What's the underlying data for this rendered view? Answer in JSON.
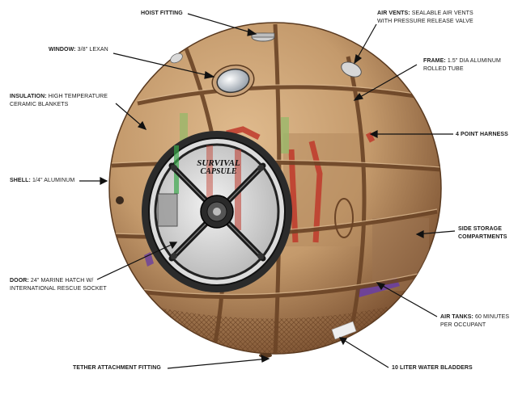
{
  "labels": {
    "hoist": {
      "title": "HOIST FITTING",
      "desc": ""
    },
    "air_vents": {
      "title": "AIR VENTS:",
      "desc": "SEALABLE AIR VENTS",
      "desc2": "WITH PRESSURE RELEASE VALVE"
    },
    "window": {
      "title": "WINDOW:",
      "desc": "3/8\" LEXAN"
    },
    "frame": {
      "title": "FRAME:",
      "desc": "1.5\" DIA ALUMINUM",
      "desc2": "ROLLED TUBE"
    },
    "insulation": {
      "title": "INSULATION:",
      "desc": "HIGH TEMPERATURE",
      "desc2": "CERAMIC BLANKETS"
    },
    "harness": {
      "title": "4 POINT HARNESS",
      "desc": ""
    },
    "shell": {
      "title": "SHELL:",
      "desc": "1/4\" ALUMINUM"
    },
    "side_storage": {
      "title": "SIDE STORAGE",
      "desc2": "COMPARTMENTS"
    },
    "door": {
      "title": "DOOR:",
      "desc": "24\" MARINE HATCH W/",
      "desc2": "INTERNATIONAL RESCUE SOCKET"
    },
    "air_tanks": {
      "title": "AIR TANKS:",
      "desc": "60 MINUTES",
      "desc2": "PER OCCUPANT"
    },
    "tether": {
      "title": "TETHER ATTACHMENT FITTING",
      "desc": ""
    },
    "bladders": {
      "title": "10 LITER WATER BLADDERS",
      "desc": ""
    }
  },
  "logo": {
    "line1": "SURVIVAL",
    "line2": "CAPSULE"
  },
  "colors": {
    "shell": "#c49a6c",
    "shell_dark": "#8a5f3a",
    "frame": "#6b4426",
    "hatch_ring": "#1e1e1e",
    "harness": "#c0392b",
    "tank": "#6a3fa0",
    "text": "#1a1a1a"
  }
}
